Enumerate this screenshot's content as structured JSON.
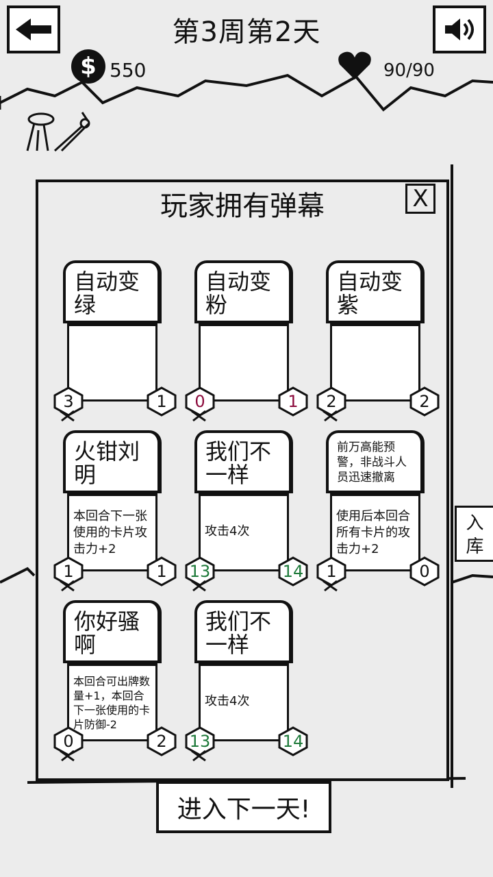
{
  "header": {
    "title": "第3周第2天",
    "money": "550",
    "coin_symbol": "$",
    "hp": "90/90"
  },
  "panel": {
    "title": "玩家拥有弹幕",
    "close_label": "X"
  },
  "cards": [
    {
      "name": "自动变绿",
      "desc": "",
      "left": "3",
      "right": "1",
      "left_color": "#111111",
      "right_color": "#111111"
    },
    {
      "name": "自动变粉",
      "desc": "",
      "left": "0",
      "right": "1",
      "left_color": "#8b0a3c",
      "right_color": "#8b0a3c"
    },
    {
      "name": "自动变紫",
      "desc": "",
      "left": "2",
      "right": "2",
      "left_color": "#111111",
      "right_color": "#111111"
    },
    {
      "name": "火钳刘明",
      "desc": "本回合下一张使用的卡片攻击力+2",
      "left": "1",
      "right": "1",
      "left_color": "#111111",
      "right_color": "#111111"
    },
    {
      "name": "我们不一样",
      "desc": "攻击4次",
      "left": "13",
      "right": "14",
      "left_color": "#1e7a3a",
      "right_color": "#1e7a3a"
    },
    {
      "name": "前万高能预警，非战斗人员迅速撤离",
      "desc": "使用后本回合所有卡片的攻击力+2",
      "left": "1",
      "right": "0",
      "left_color": "#111111",
      "right_color": "#111111"
    },
    {
      "name": "你好骚啊",
      "desc": "本回合可出牌数量+1，本回合下一张使用的卡片防御-2",
      "left": "0",
      "right": "2",
      "left_color": "#111111",
      "right_color": "#111111"
    },
    {
      "name": "我们不一样",
      "desc": "攻击4次",
      "left": "13",
      "right": "14",
      "left_color": "#1e7a3a",
      "right_color": "#1e7a3a"
    }
  ],
  "buttons": {
    "next_day": "进入下一天!",
    "side_library": "入\n库"
  },
  "icons": {
    "back": "arrow-left-icon",
    "sound": "speaker-icon",
    "heart": "heart-icon",
    "coin": "coin-icon",
    "scribble": "character-doodle-icon"
  }
}
